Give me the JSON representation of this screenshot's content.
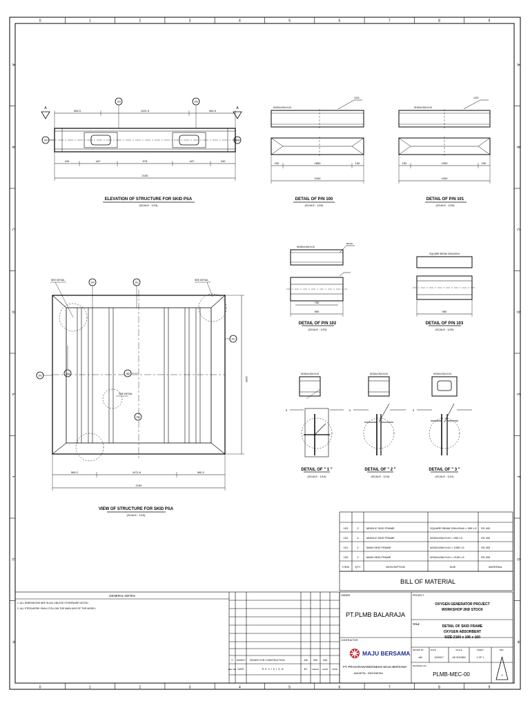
{
  "border": {
    "columns": [
      "0",
      "1",
      "2",
      "3",
      "4",
      "5",
      "6",
      "7",
      "8",
      "9"
    ],
    "rows": [
      "A",
      "B",
      "C",
      "D",
      "E",
      "F",
      "G",
      "H"
    ]
  },
  "views": {
    "elevation": {
      "title": "ELEVATION OF STRUCTURE FOR SKID PSA",
      "scale": "(SCALE : 1/15)",
      "dims_top": [
        "564.5",
        "1021.5",
        "564.5"
      ],
      "dims_bottom": [
        "240",
        "447",
        "576",
        "447",
        "240"
      ],
      "overall": "2150",
      "bubbles": [
        "103",
        "103",
        "100",
        "100"
      ],
      "section_marks": [
        "A",
        "A"
      ]
    },
    "pn100": {
      "title": "DETAIL OF P/N 100",
      "scale": "(SCALE : 1/20)",
      "profile": "W150x150x7x10",
      "flag": "1/3/1",
      "dims": [
        "150",
        "1850",
        "150"
      ],
      "overall": "2150"
    },
    "pn101": {
      "title": "DETAIL OF P/N 101",
      "scale": "(SCALE : 1/20)",
      "profile": "W150x150x7x10",
      "flag": "1/3/1",
      "dims": [
        "150",
        "1050",
        "150"
      ],
      "overall": "1050"
    },
    "pn102": {
      "title": "DETAIL OF P/N 102",
      "scale": "(SCALE : 1/20)",
      "profile": "W150x150x7x10",
      "flag": "BEVEL",
      "inner": "750",
      "overall": "950"
    },
    "pn103": {
      "title": "DETAIL OF P/N 103",
      "scale": "(SCALE : 1/20)",
      "profile": "SQUARE BEAM 200x100x9",
      "overall": "950"
    },
    "plan": {
      "title": "VIEW OF STRUCTURE FOR SKID PSA",
      "scale": "(SCALE : 1/15)",
      "dims_bottom": [
        "560.2",
        "1071.6",
        "560.2"
      ],
      "overall": "2150",
      "side": "1050",
      "details": [
        "SEE DETAIL",
        "SEE DETAIL",
        "SEE DETAIL"
      ],
      "bubbles": [
        "102",
        "100",
        "101",
        "101",
        "103",
        "102",
        "101"
      ]
    },
    "d1": {
      "title": "DETAIL OF \" 1 \"",
      "scale": "(SCALE : 1/10)",
      "profile": "W150x150x7x10",
      "mark": "5"
    },
    "d2": {
      "title": "DETAIL OF \" 2 \"",
      "scale": "(SCALE : 1/10)",
      "profile": "W150x150x7x10",
      "mark": "5"
    },
    "d3": {
      "title": "DETAIL OF \" 3 \"",
      "scale": "(SCALE : 1/10)",
      "profile": "W150x150x7x10",
      "mark": "5"
    }
  },
  "bom": {
    "title": "BILL OF MATERIAL",
    "headers": [
      "ITEM",
      "QTY",
      "DESCRIPTION",
      "SIZE",
      "MATERIAL"
    ],
    "rows": [
      [
        "103",
        "2",
        "MIDDLE SKID FRAME",
        "SQUARE BEAM 200x100x9 × 950 LG",
        "SS 400"
      ],
      [
        "102",
        "4",
        "MIDDLE SKID FRAME",
        "W150x150x7x10 × 950 LG",
        "SS 400"
      ],
      [
        "101",
        "2",
        "MAIN SKID FRAME",
        "W150x150x7x10 × 1050 LG",
        "SS 400"
      ],
      [
        "100",
        "2",
        "MAIN SKID FRAME",
        "W150x150x7x10 × 2150 LG",
        "SS 400"
      ]
    ]
  },
  "notes": {
    "title": "GENERAL NOTES",
    "lines": [
      "1. ALL DIMENSIONS ARE IN mm UNLESS OTHERWISE NOTED.",
      "2. ALL STEELWORK SHALL FOLLOW THE MAIN AXIS OF THE MODEL."
    ]
  },
  "revision": {
    "row": [
      "0",
      "12/09/17",
      "ISSUED FOR CONSTRUCTION",
      "AM",
      "RW",
      "HW"
    ],
    "headers": [
      "REV NO",
      "DATE",
      "REVISION",
      "BY",
      "CHECK",
      "APPR",
      "APPR"
    ]
  },
  "owner": {
    "label": "OWNER",
    "name": "PT.PLMB BALARAJA"
  },
  "project": {
    "label": "PROJECT",
    "line1": "OXYGEN GENERATOR PROJECT",
    "line2": "WORKSHOP 2ND STOCK"
  },
  "titleblock": {
    "label": "TITLE",
    "line1": "DETAIL OF SKID FRAME",
    "line2": "OXYGEN ABSORBENT",
    "line3": "SIZE:2160 x 106 x 160"
  },
  "contractor": {
    "label": "CONTRACTOR",
    "brand": "MAJU BERSAMA",
    "company": "PT. PRASARANAINDONESIA MAJU BERSAMA",
    "city": "JAKARTA - INDONESIA"
  },
  "sign": {
    "headers": [
      "DRAWN BY",
      "DATE",
      "SCALE",
      "SHEET",
      "REV."
    ],
    "values": [
      "AM",
      "12/09/17",
      "AS SHOWN",
      "1 OF 1"
    ],
    "rev": "0"
  },
  "drawing_no": {
    "label": "DRAWING NO.",
    "value": "PLMB-MEC-00"
  }
}
